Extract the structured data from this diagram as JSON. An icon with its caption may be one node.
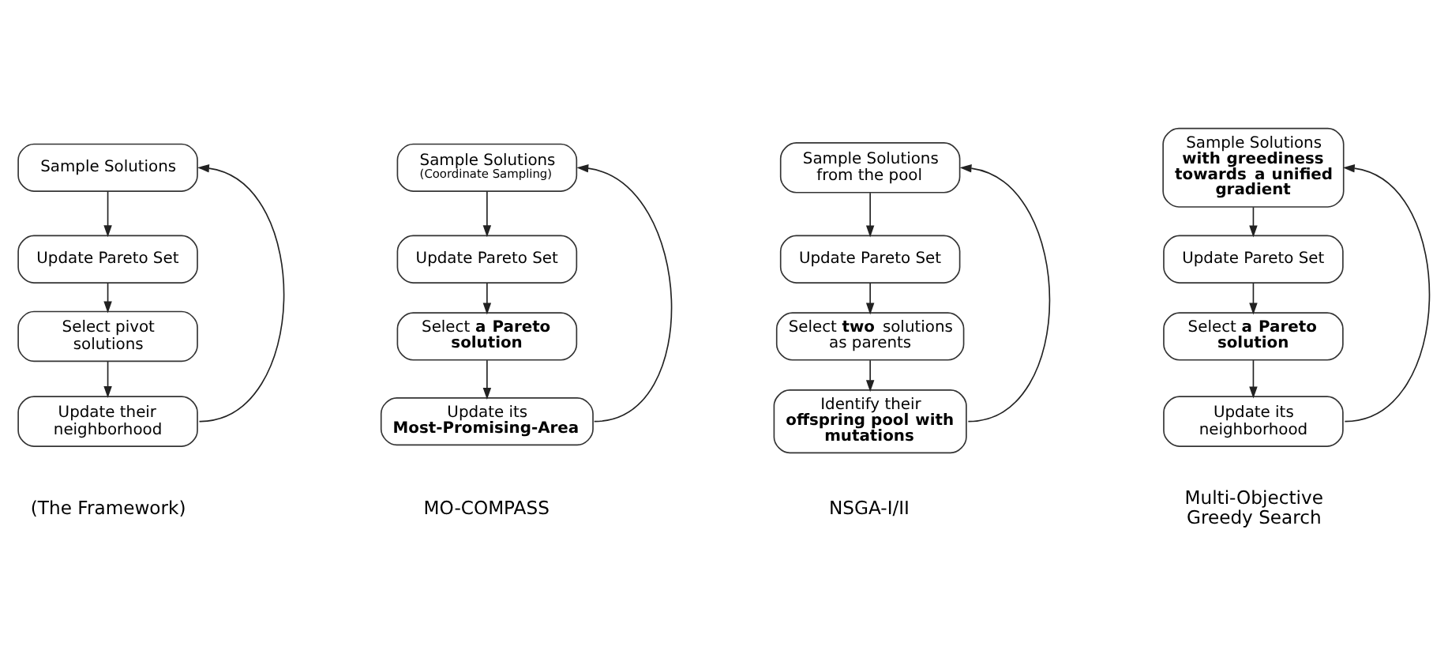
{
  "diagram": {
    "nodes": [
      {
        "text": [
          "Sample Solutions"
        ]
      },
      {
        "text": [
          "Update Pareto Set"
        ]
      },
      {
        "text": [
          "Select pivot solutions"
        ]
      },
      {
        "text": [
          "Update their neighborhood"
        ]
      },
      {
        "text": [
          "Sample Solutions",
          "(Coordinate Sampling)"
        ]
      },
      {
        "text": [
          "Update Pareto Set"
        ]
      },
      {
        "text": [
          "Select **a Pareto solution**"
        ]
      },
      {
        "text": [
          "Update its **Most-Promising-Area**"
        ]
      },
      {
        "text": [
          "Sample Solutions from the pool"
        ]
      },
      {
        "text": [
          "Update Pareto Set"
        ]
      },
      {
        "text": [
          "Select **two** solutions as parents"
        ]
      },
      {
        "text": [
          "Identify their **offspring pool with mutations**"
        ]
      },
      {
        "text": [
          "Sample Solutions **with greediness towards a unified gradient**"
        ]
      },
      {
        "text": [
          "Update Pareto Set"
        ]
      },
      {
        "text": [
          "Select **a Pareto solution**"
        ]
      },
      {
        "text": [
          "Update its neighborhood"
        ]
      }
    ],
    "edges": [
      {
        "from": 0,
        "to": 1,
        "arrow": "to"
      },
      {
        "from": 1,
        "to": 2,
        "arrow": "to"
      },
      {
        "from": 2,
        "to": 3,
        "arrow": "to"
      },
      {
        "from": 3,
        "to": 0,
        "arrow": "to"
      },
      {
        "from": 4,
        "to": 5,
        "arrow": "to"
      },
      {
        "from": 5,
        "to": 6,
        "arrow": "to"
      },
      {
        "from": 6,
        "to": 7,
        "arrow": "to"
      },
      {
        "from": 7,
        "to": 4,
        "arrow": "to"
      },
      {
        "from": 8,
        "to": 9,
        "arrow": "to"
      },
      {
        "from": 9,
        "to": 10,
        "arrow": "to"
      },
      {
        "from": 10,
        "to": 11,
        "arrow": "to"
      },
      {
        "from": 11,
        "to": 8,
        "arrow": "to"
      },
      {
        "from": 12,
        "to": 13,
        "arrow": "to"
      },
      {
        "from": 13,
        "to": 14,
        "arrow": "to"
      },
      {
        "from": 14,
        "to": 15,
        "arrow": "to"
      },
      {
        "from": 15,
        "to": 12,
        "arrow": "to"
      }
    ],
    "labels": [
      "(The Framework)",
      "MO-COMPASS",
      "NSGA-I/II",
      "Multi-Objective Greedy Search"
    ]
  }
}
